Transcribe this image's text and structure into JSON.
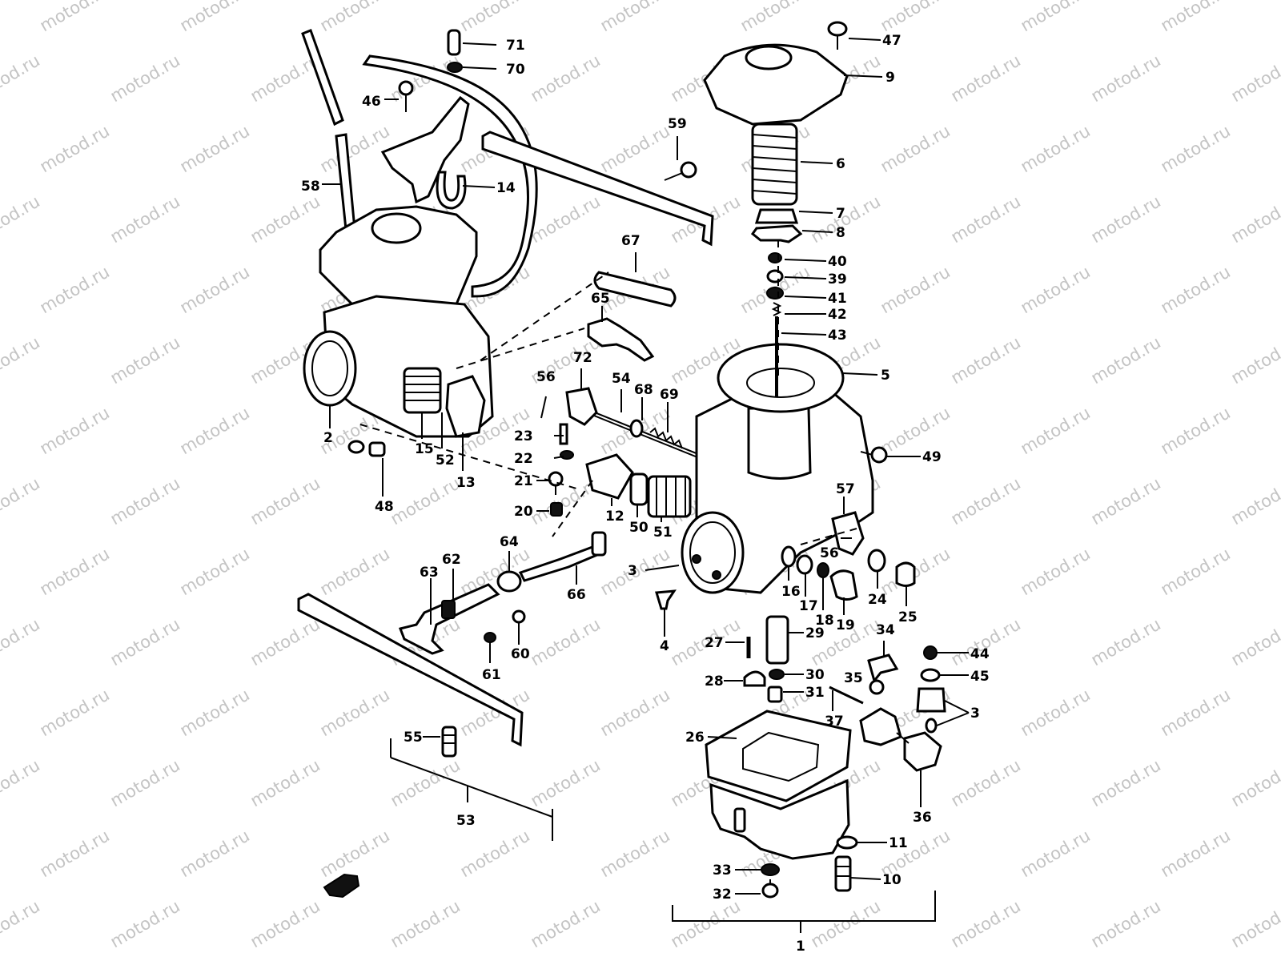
{
  "watermark": {
    "text": "motod.ru",
    "color": "#c4c4c4"
  },
  "callouts": [
    {
      "id": "1",
      "text": "1"
    },
    {
      "id": "2",
      "text": "2"
    },
    {
      "id": "3",
      "text": "3"
    },
    {
      "id": "3b",
      "text": "3"
    },
    {
      "id": "4",
      "text": "4"
    },
    {
      "id": "5",
      "text": "5"
    },
    {
      "id": "6",
      "text": "6"
    },
    {
      "id": "7",
      "text": "7"
    },
    {
      "id": "8",
      "text": "8"
    },
    {
      "id": "9",
      "text": "9"
    },
    {
      "id": "10",
      "text": "10"
    },
    {
      "id": "11",
      "text": "11"
    },
    {
      "id": "12",
      "text": "12"
    },
    {
      "id": "13",
      "text": "13"
    },
    {
      "id": "14",
      "text": "14"
    },
    {
      "id": "15",
      "text": "15"
    },
    {
      "id": "16",
      "text": "16"
    },
    {
      "id": "17",
      "text": "17"
    },
    {
      "id": "18",
      "text": "18"
    },
    {
      "id": "19",
      "text": "19"
    },
    {
      "id": "20",
      "text": "20"
    },
    {
      "id": "21",
      "text": "21"
    },
    {
      "id": "22",
      "text": "22"
    },
    {
      "id": "23",
      "text": "23"
    },
    {
      "id": "24",
      "text": "24"
    },
    {
      "id": "25",
      "text": "25"
    },
    {
      "id": "26",
      "text": "26"
    },
    {
      "id": "27",
      "text": "27"
    },
    {
      "id": "28",
      "text": "28"
    },
    {
      "id": "29",
      "text": "29"
    },
    {
      "id": "30",
      "text": "30"
    },
    {
      "id": "31",
      "text": "31"
    },
    {
      "id": "32",
      "text": "32"
    },
    {
      "id": "33",
      "text": "33"
    },
    {
      "id": "34",
      "text": "34"
    },
    {
      "id": "35",
      "text": "35"
    },
    {
      "id": "36",
      "text": "36"
    },
    {
      "id": "37",
      "text": "37"
    },
    {
      "id": "39",
      "text": "39"
    },
    {
      "id": "40",
      "text": "40"
    },
    {
      "id": "41",
      "text": "41"
    },
    {
      "id": "42",
      "text": "42"
    },
    {
      "id": "43",
      "text": "43"
    },
    {
      "id": "44",
      "text": "44"
    },
    {
      "id": "45",
      "text": "45"
    },
    {
      "id": "46",
      "text": "46"
    },
    {
      "id": "47",
      "text": "47"
    },
    {
      "id": "48",
      "text": "48"
    },
    {
      "id": "49",
      "text": "49"
    },
    {
      "id": "50",
      "text": "50"
    },
    {
      "id": "51",
      "text": "51"
    },
    {
      "id": "52",
      "text": "52"
    },
    {
      "id": "53",
      "text": "53"
    },
    {
      "id": "54",
      "text": "54"
    },
    {
      "id": "55",
      "text": "55"
    },
    {
      "id": "56",
      "text": "56"
    },
    {
      "id": "56b",
      "text": "56"
    },
    {
      "id": "57",
      "text": "57"
    },
    {
      "id": "58",
      "text": "58"
    },
    {
      "id": "59",
      "text": "59"
    },
    {
      "id": "60",
      "text": "60"
    },
    {
      "id": "61",
      "text": "61"
    },
    {
      "id": "62",
      "text": "62"
    },
    {
      "id": "63",
      "text": "63"
    },
    {
      "id": "64",
      "text": "64"
    },
    {
      "id": "65",
      "text": "65"
    },
    {
      "id": "66",
      "text": "66"
    },
    {
      "id": "67",
      "text": "67"
    },
    {
      "id": "68",
      "text": "68"
    },
    {
      "id": "69",
      "text": "69"
    },
    {
      "id": "70",
      "text": "70"
    },
    {
      "id": "71",
      "text": "71"
    },
    {
      "id": "72",
      "text": "72"
    }
  ]
}
